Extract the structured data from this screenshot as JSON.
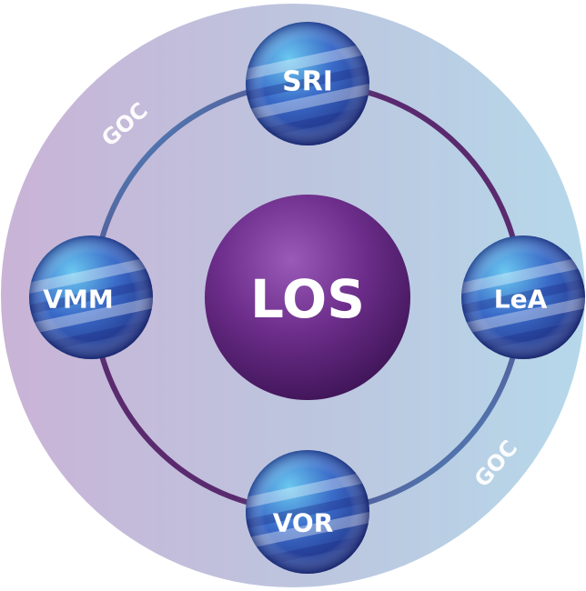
{
  "center": {
    "label": "LOS"
  },
  "nodes": {
    "top": {
      "label": "SRI"
    },
    "left": {
      "label": "VMM"
    },
    "right": {
      "label": "LeA"
    },
    "bottom": {
      "label": "VOR"
    }
  },
  "ring_labels": {
    "upper_left": "GOC",
    "lower_right": "GOC"
  },
  "colors": {
    "disc_left": "#c8b6d6",
    "disc_right": "#b8d4e6",
    "ring_purple": "#5a2a6e",
    "ring_blue": "#3a8cc8",
    "center_dark": "#3e1659",
    "center_light": "#8a4aa8",
    "node_dark": "#2a3a9a",
    "node_light": "#4ab4e8"
  }
}
